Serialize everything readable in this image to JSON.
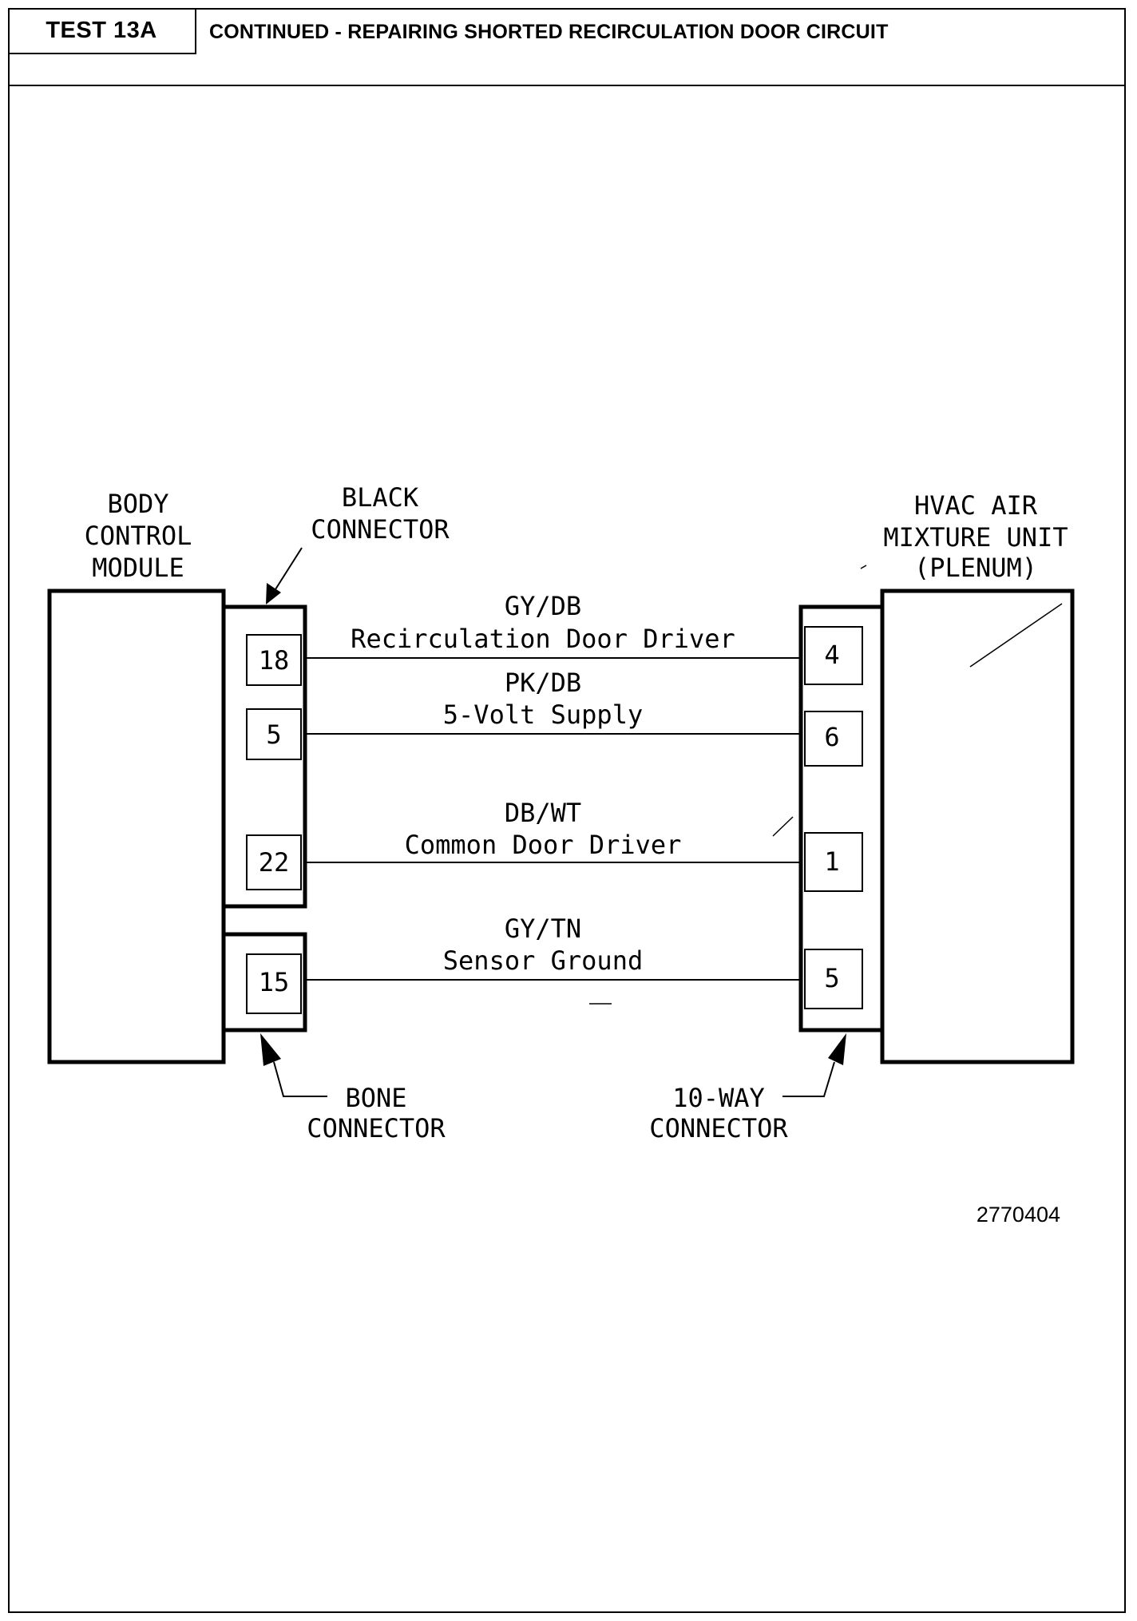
{
  "header": {
    "test_label": "TEST 13A",
    "title": "CONTINUED - REPAIRING SHORTED RECIRCULATION DOOR CIRCUIT"
  },
  "diagram": {
    "left_module": [
      "BODY",
      "CONTROL",
      "MODULE"
    ],
    "right_module": [
      "HVAC AIR",
      "MIXTURE UNIT",
      "(PLENUM)"
    ],
    "black_connector": [
      "BLACK",
      "CONNECTOR"
    ],
    "bone_connector": [
      "BONE",
      "CONNECTOR"
    ],
    "way_connector": [
      "10-WAY",
      "CONNECTOR"
    ],
    "wires": [
      {
        "color": "GY/DB",
        "name": "Recirculation Door Driver",
        "bcm_pin": "18",
        "hvac_pin": "4"
      },
      {
        "color": "PK/DB",
        "name": "5-Volt Supply",
        "bcm_pin": "5",
        "hvac_pin": "6"
      },
      {
        "color": "DB/WT",
        "name": "Common Door Driver",
        "bcm_pin": "22",
        "hvac_pin": "1"
      },
      {
        "color": "GY/TN",
        "name": "Sensor Ground",
        "bcm_pin": "15",
        "hvac_pin": "5"
      }
    ],
    "figure_number": "2770404"
  }
}
